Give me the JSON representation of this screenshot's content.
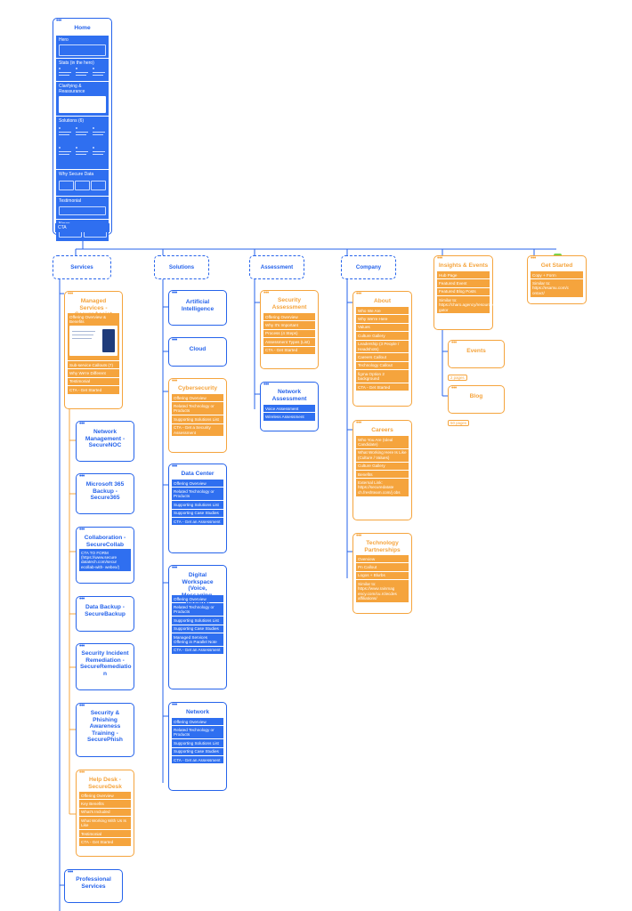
{
  "home": {
    "title": "Home",
    "sections": [
      "Hero",
      "Stats (in the hero)",
      "Clarifying & Reassurance",
      "Solutions (6)",
      "Why Secure Data",
      "Testimonial",
      "News",
      "CTA"
    ]
  },
  "groups": [
    "Services",
    "Solutions",
    "Assessment",
    "Company"
  ],
  "cards": {
    "insights": {
      "title": "Insights & Events",
      "rows": [
        "Hub Page",
        "Featured Event",
        "Featured Blog Posts",
        "Similar to: https://charo.agency/resources/.com/inst gator"
      ]
    },
    "get_started": {
      "title": "Get Started",
      "rows": [
        "Copy + Form",
        "Similar to: https://esamu.com/c ontact/"
      ]
    },
    "managed": {
      "title": "Managed Services - SecureAssist",
      "rows_top": [
        "Offering Overview & Benefits"
      ],
      "rows": [
        "Sub-service Callouts (7)",
        "Why We're Different",
        "Testimonial",
        "CTA - Get Started"
      ]
    },
    "noc": {
      "title": "Network Management - SecureNOC"
    },
    "m365": {
      "title": "Microsoft 365 Backup - Secure365"
    },
    "collab": {
      "title": "Collaboration - SecureCollab",
      "rows": [
        "CTA TO FORM (https://www.secure datatech.com/secur ecollab-with- webex/)"
      ]
    },
    "backup": {
      "title": "Data Backup - SecureBackup"
    },
    "incident": {
      "title": "Security Incident Remediation - SecureRemediatio n"
    },
    "phish": {
      "title": "Security & Phishing Awareness Training - SecurePhish"
    },
    "helpdesk": {
      "title": "Help Desk - SecureDesk",
      "rows": [
        "Offering Overview",
        "Key Benefits",
        "What's Included",
        "What Working With Us Is Like",
        "Testimonial",
        "CTA - Get Started"
      ]
    },
    "pro": {
      "title": "Professional Services"
    },
    "ai": {
      "title": "Artificial Intelligence"
    },
    "cloud": {
      "title": "Cloud"
    },
    "cyber": {
      "title": "Cybersecurity",
      "rows": [
        "Offering Overview",
        "Related Technology or Products",
        "Supporting Solutions List",
        "CTA - Get a Security Assessment"
      ]
    },
    "datacenter": {
      "title": "Data Center",
      "rows": [
        "Offering Overview",
        "Related Technology or Products",
        "Supporting Solutions List",
        "Supporting Case Studies",
        "CTA - Get an Assessment"
      ]
    },
    "workspace": {
      "title": "Digital Workspace (Voice, Messaging, Meeting)",
      "rows": [
        "Offering Overview",
        "Related Technology or Products",
        "Supporting Solutions List",
        "Supporting Case Studies",
        "Managed Services Offering in Parallel Note",
        "CTA - Get an Assessment"
      ]
    },
    "network": {
      "title": "Network",
      "rows": [
        "Offering Overview",
        "Related Technology or Products",
        "Supporting Solutions List",
        "Supporting Case Studies",
        "CTA - Get an Assessment"
      ]
    },
    "secassess": {
      "title": "Security Assessment",
      "rows": [
        "Offering Overview",
        "Why It's Important",
        "Process (4 Steps)",
        "Assessment Types (List)",
        "CTA - Get Started"
      ]
    },
    "netassess": {
      "title": "Network Assessment",
      "rows": [
        "Voice Assessment",
        "Wireless Assessment"
      ]
    },
    "about": {
      "title": "About",
      "rows": [
        "Who We Are",
        "Why We're Here",
        "Values",
        "Culture Gallery",
        "Leadership (3 People / Headshots)",
        "Careers Callout",
        "Technology Callout",
        "figma Option 2 background",
        "CTA - Get Started"
      ]
    },
    "careers": {
      "title": "Careers",
      "rows": [
        "Who You Are (Ideal Candidate)",
        "What Working Here Is Like (Culture / Values)",
        "Culture Gallery",
        "Benefits",
        "External Link: https://securedatate ch.freshteam.com/j obs"
      ]
    },
    "techpart": {
      "title": "Technology Partnerships",
      "rows": [
        "Overview",
        "Pn Callout",
        "Logos + Blurbs",
        "Similar to: https://www.rainmag ency.com/cu.rclecdes affiliations/"
      ]
    },
    "events": {
      "title": "Events",
      "note": "2 pages"
    },
    "blog": {
      "title": "Blog",
      "note": "50 pages"
    }
  },
  "colors": {
    "blue": "#2563eb",
    "orange": "#f5a43d",
    "green": "#7ad34a"
  }
}
